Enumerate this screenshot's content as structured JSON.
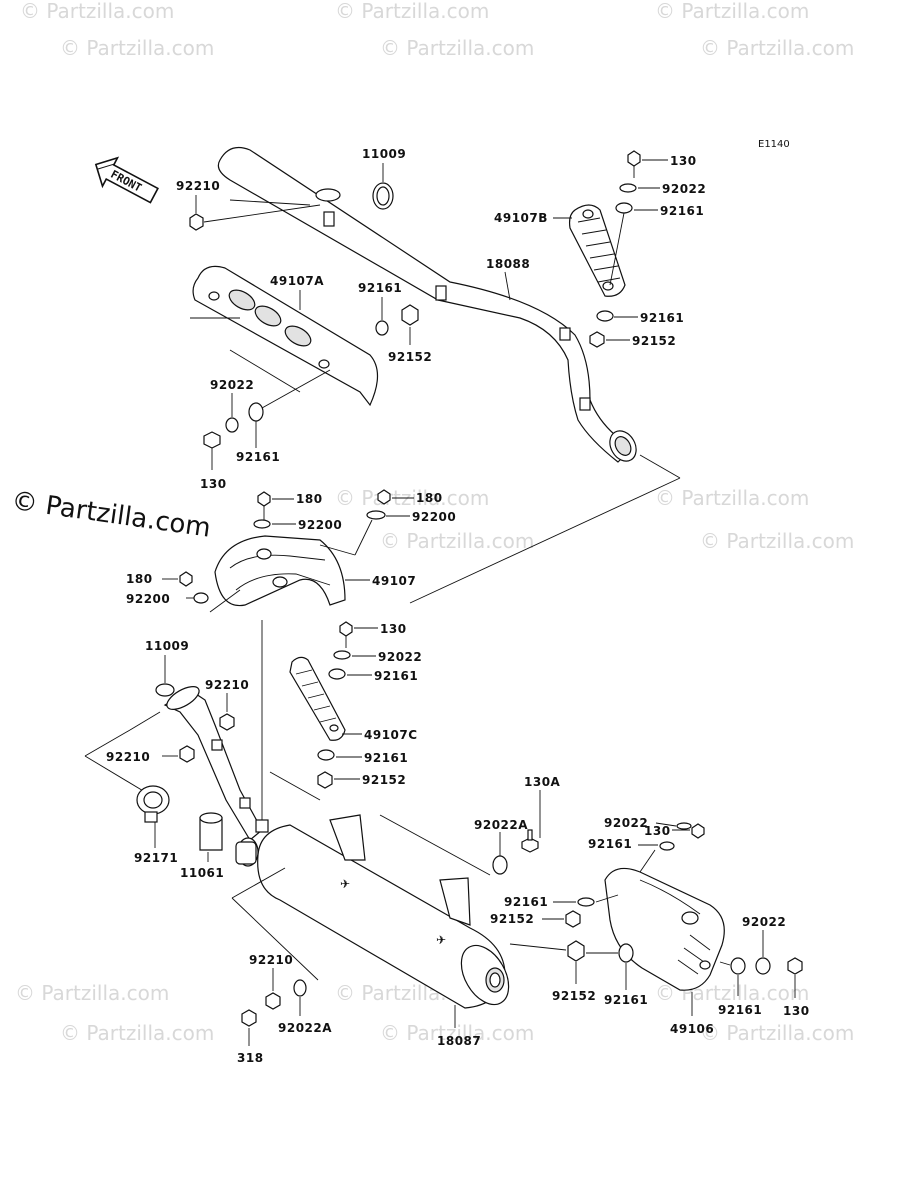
{
  "diagram_code": "E1140",
  "front_label": "FRONT",
  "watermark": "© Partzilla.com",
  "parts": {
    "p11009_top": "11009",
    "p92210_top": "92210",
    "p18088": "18088",
    "p49107A": "49107A",
    "p92161_a": "92161",
    "p92152_a": "92152",
    "p92022_a": "92022",
    "p92161_b": "92161",
    "p130_a": "130",
    "p130_tr": "130",
    "p92022_tr": "92022",
    "p92161_tr1": "92161",
    "p49107B": "49107B",
    "p92161_tr2": "92161",
    "p92152_tr": "92152",
    "p180_a": "180",
    "p92200_a": "92200",
    "p180_b": "180",
    "p92200_b": "92200",
    "p180_c": "180",
    "p92200_c": "92200",
    "p49107": "49107",
    "p130_m": "130",
    "p92022_m": "92022",
    "p92161_m1": "92161",
    "p49107C": "49107C",
    "p92161_m2": "92161",
    "p92152_m": "92152",
    "p11009_low": "11009",
    "p92210_low1": "92210",
    "p92210_low2": "92210",
    "p92171": "92171",
    "p11061": "11061",
    "p130A": "130A",
    "p92022A_a": "92022A",
    "p130_br": "130",
    "p92022_br": "92022",
    "p92161_br1": "92161",
    "p92161_br2": "92161",
    "p92152_br": "92152",
    "p92152_bb": "92152",
    "p92161_bb": "92161",
    "p49106": "49106",
    "p92022_rr": "92022",
    "p92161_rr": "92161",
    "p130_rr": "130",
    "p92210_bot": "92210",
    "p92022A_b": "92022A",
    "p318": "318",
    "p18087": "18087"
  }
}
